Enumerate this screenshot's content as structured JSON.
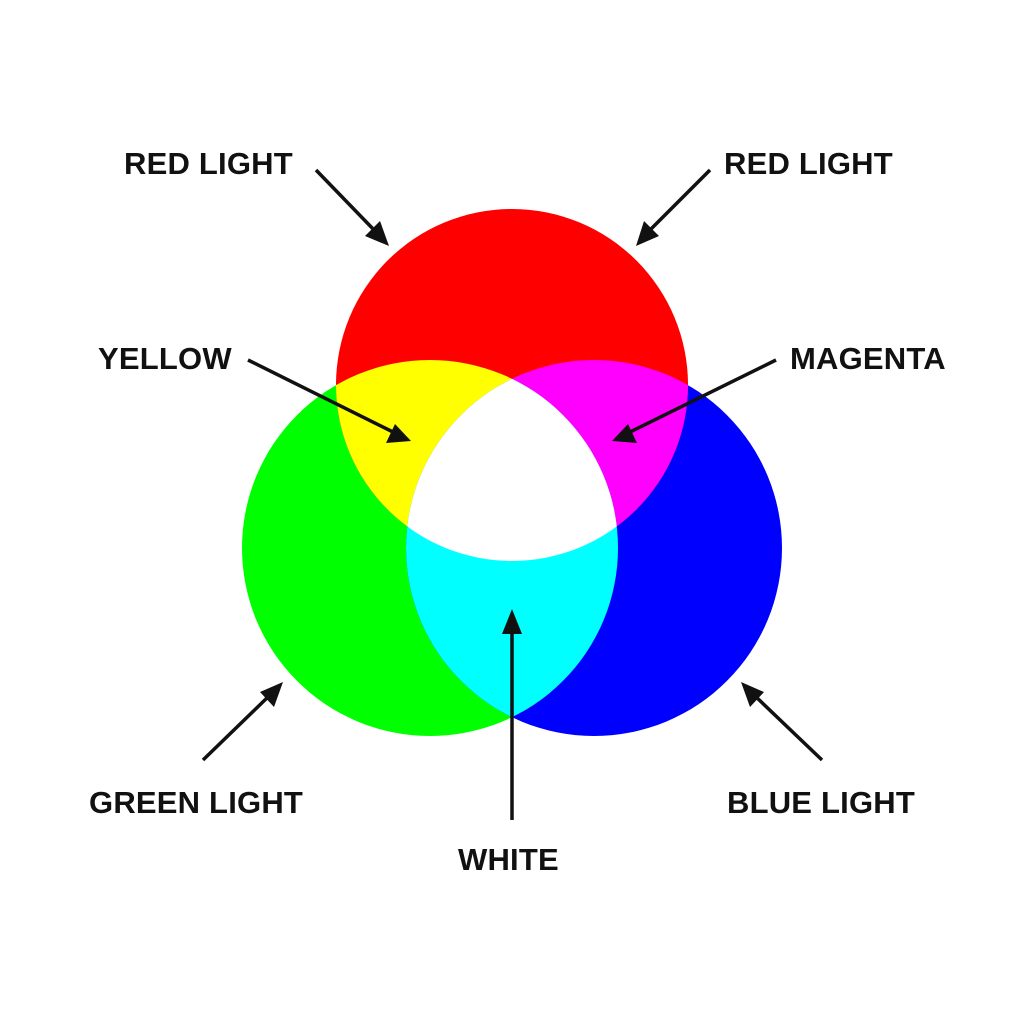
{
  "colors": {
    "background": "#ffffff",
    "red": "#ff0000",
    "green": "#00ff00",
    "blue": "#0000ff",
    "yellow": "#ffff00",
    "magenta": "#ff00ff",
    "cyan": "#00ffff",
    "white": "#ffffff",
    "text": "#111111"
  },
  "labels": {
    "red_light_left": "RED LIGHT",
    "red_light_right": "RED LIGHT",
    "yellow": "YELLOW",
    "magenta": "MAGENTA",
    "green_light": "GREEN LIGHT",
    "blue_light": "BLUE LIGHT",
    "white": "WHITE"
  },
  "icons": {
    "pointer": "arrow-icon"
  }
}
